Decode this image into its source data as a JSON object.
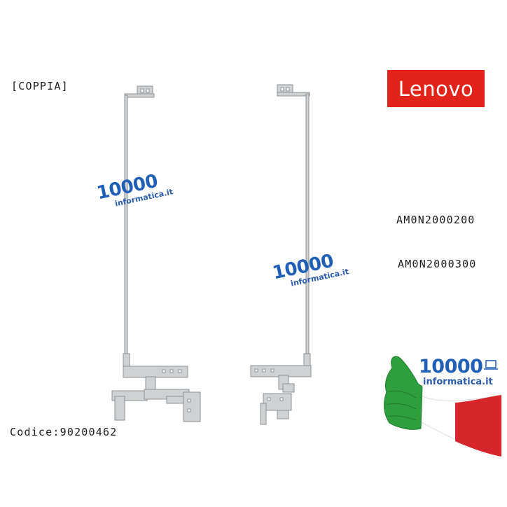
{
  "labels": {
    "coppia": "[COPPIA]",
    "part_number_1": "AM0N2000200",
    "part_number_2": "AM0N2000300",
    "code": "Codice:90200462"
  },
  "logo": {
    "text": "Lenovo",
    "color": "#e2231a"
  },
  "watermark": {
    "number": "10000",
    "site": "informatica.it",
    "color": "#1f5fb6"
  },
  "brand_badge": {
    "number": "10000",
    "site": "informatica.it",
    "flag_colors": [
      "#2e9e3e",
      "#ffffff",
      "#d7262b"
    ],
    "icon": "laptop-icon"
  }
}
